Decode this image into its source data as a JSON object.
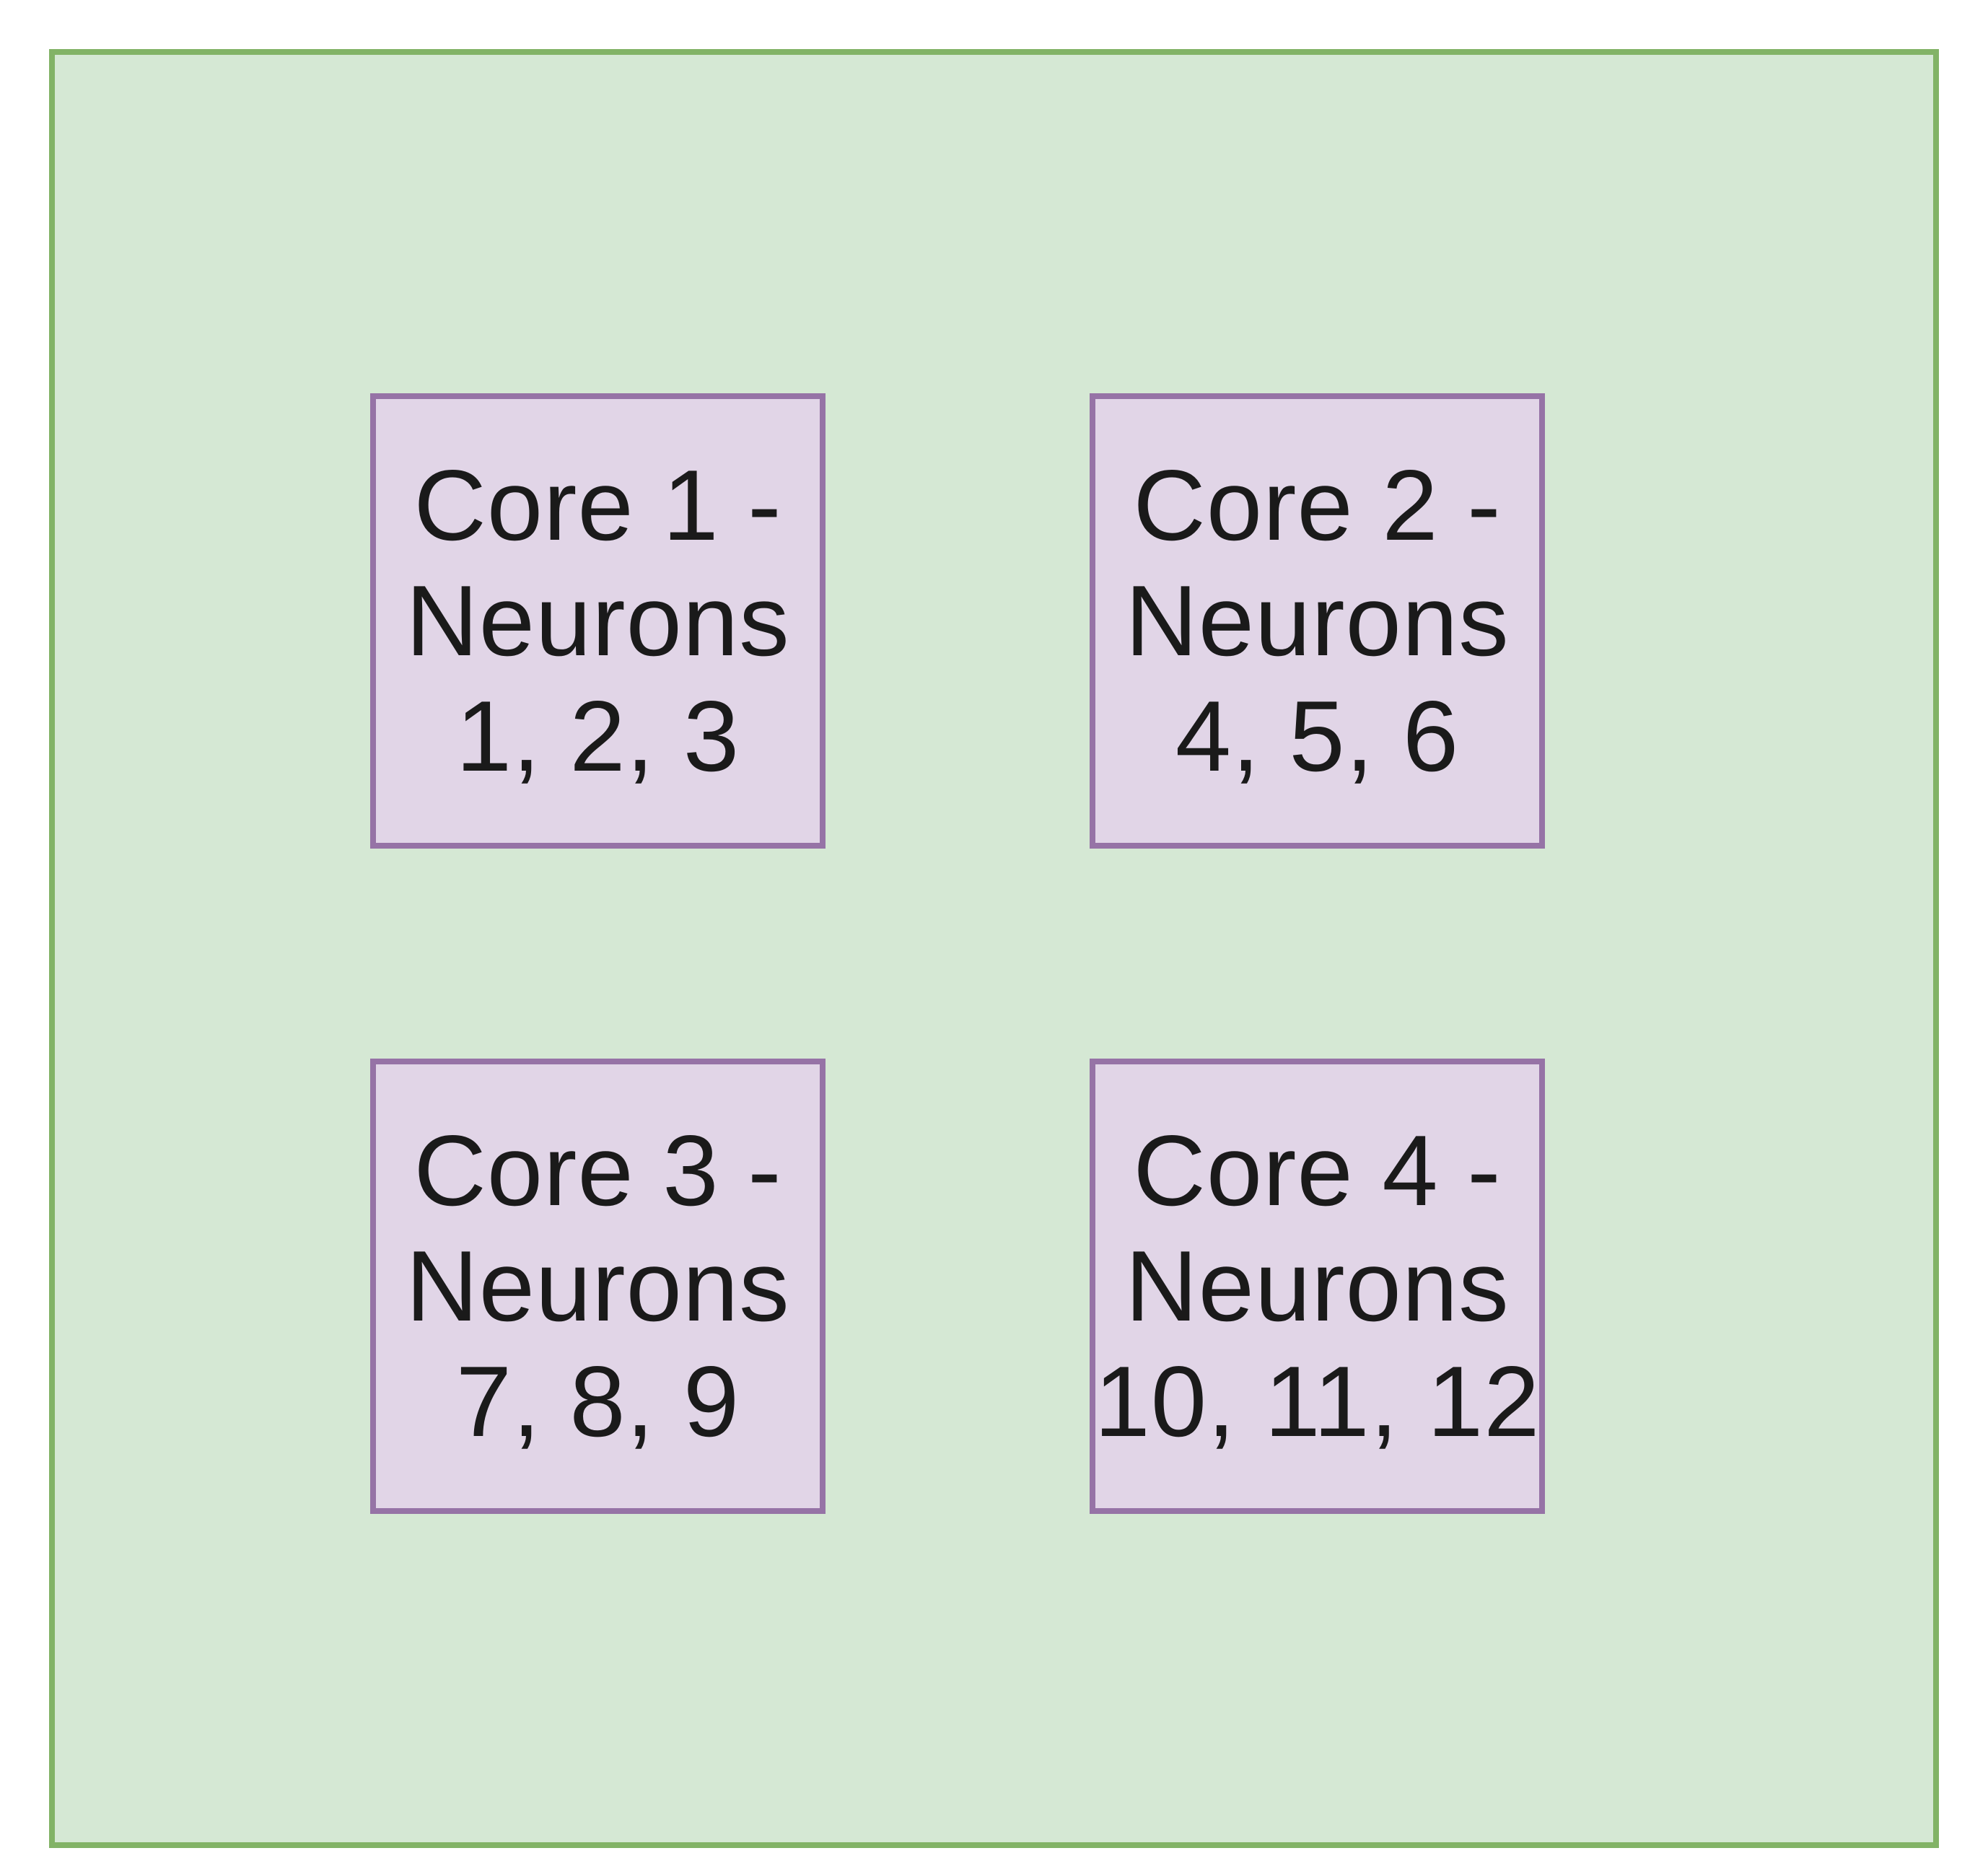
{
  "colors": {
    "container_fill": "#d5e8d4",
    "container_border": "#82b366",
    "core_fill": "#e1d5e7",
    "core_border": "#9673a6",
    "text": "#1a1a1a"
  },
  "cores": [
    {
      "line1": "Core 1 -",
      "line2": "Neurons",
      "line3": "1, 2, 3"
    },
    {
      "line1": "Core 2 -",
      "line2": "Neurons",
      "line3": "4, 5, 6"
    },
    {
      "line1": "Core 3 -",
      "line2": "Neurons",
      "line3": "7, 8, 9"
    },
    {
      "line1": "Core 4 -",
      "line2": "Neurons",
      "line3": "10, 11, 12"
    }
  ]
}
